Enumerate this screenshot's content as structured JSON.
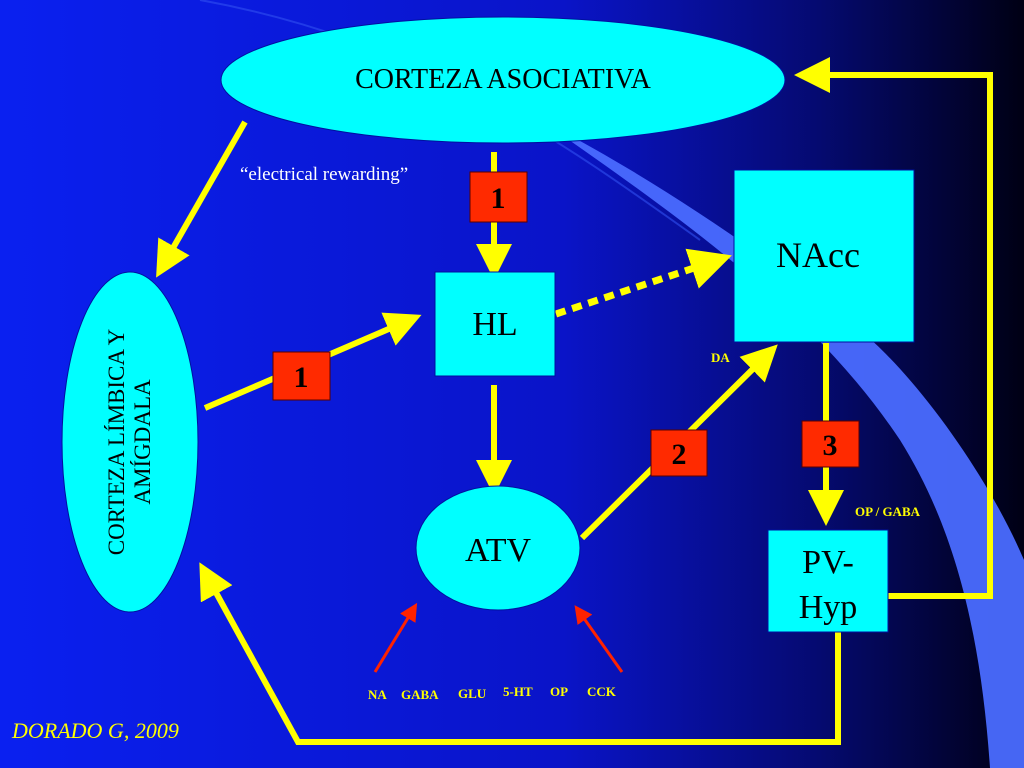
{
  "nodes": {
    "corteza_asociativa": "CORTEZA ASOCIATIVA",
    "corteza_limbica_line1": "CORTEZA LÍMBICA Y",
    "corteza_limbica_line2": "AMÍGDALA",
    "hl": "HL",
    "nacc": "NAcc",
    "atv": "ATV",
    "pvhyp_line1": "PV-",
    "pvhyp_line2": "Hyp"
  },
  "badges": {
    "top": "1",
    "left": "1",
    "middle": "2",
    "right": "3"
  },
  "labels": {
    "electrical_rewarding": "“electrical rewarding”",
    "da": "DA",
    "op_gaba": "OP / GABA",
    "neurotransmitters": [
      "NA",
      "GABA",
      "GLU",
      "5-HT",
      "OP",
      "CCK"
    ]
  },
  "credit": "DORADO G, 2009",
  "colors": {
    "node_fill": "#00ffff",
    "arrow": "#ffff00",
    "badge": "#ff2a00",
    "input_arrow": "#ff2200",
    "bg_top": "#0018e8",
    "bg_right": "#000020",
    "credit": "#ffff00"
  }
}
